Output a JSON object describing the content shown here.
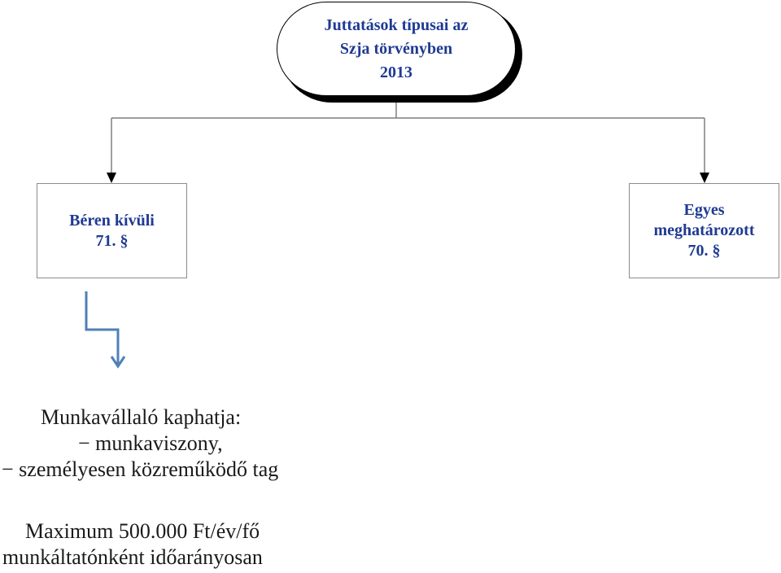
{
  "root": {
    "lines": [
      "Juttatások típusai az",
      "Szja törvényben",
      "2013"
    ]
  },
  "left_box": {
    "lines": [
      "Béren kívüli",
      "71. §"
    ]
  },
  "right_box": {
    "lines": [
      "Egyes",
      "meghatározott",
      "70. §"
    ]
  },
  "details": {
    "title": "Munkavállaló kaphatja:",
    "items": [
      "− munkaviszony,",
      "− személyesen közreműködő tag"
    ],
    "maximum": "Maximum 500.000 Ft/év/fő",
    "proportional": "munkáltatónként időarányosan"
  },
  "colors": {
    "node_text": "#1f3a93",
    "connector": "#7f7f7f",
    "arrowhead": "#000000",
    "bent_arrow": "#4f7fb8"
  }
}
